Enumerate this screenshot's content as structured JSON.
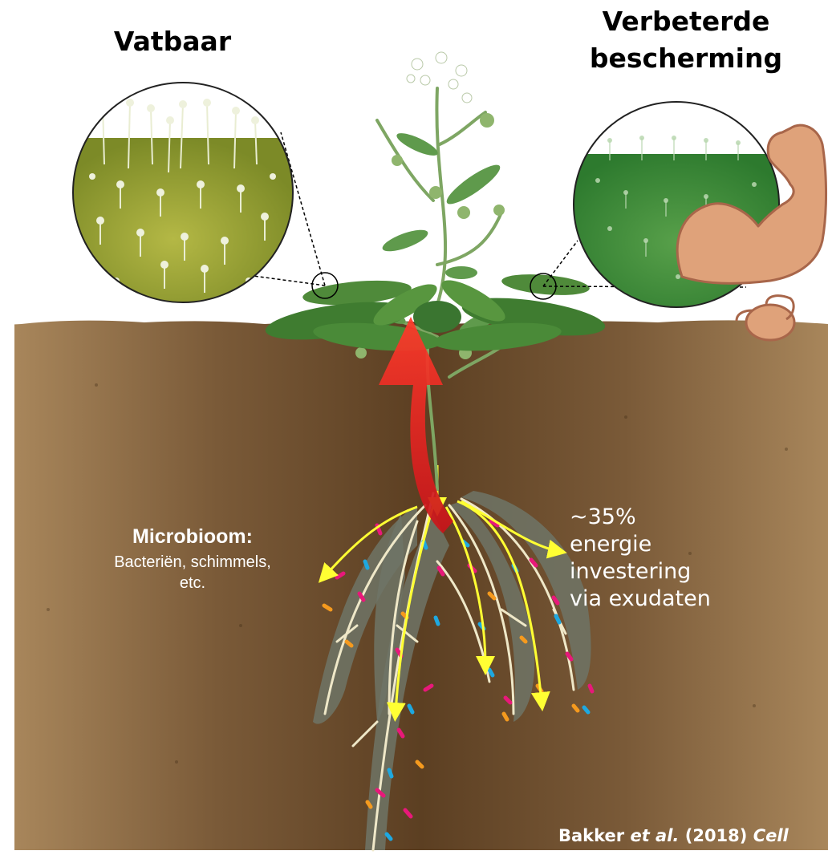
{
  "labels": {
    "susceptible": "Vatbaar",
    "enhanced_line1": "Verbeterde",
    "enhanced_line2": "bescherming",
    "microbiome_title": "Microbioom:",
    "microbiome_desc_line1": "Bacteriën, schimmels,",
    "microbiome_desc_line2": "etc.",
    "energy_line1": "~35%",
    "energy_line2": "energie",
    "energy_line3": "investering",
    "energy_line4": "via exudaten"
  },
  "citation": {
    "authors": "Bakker",
    "etal": "et al.",
    "year": "(2018)",
    "journal": "Cell"
  },
  "icons": [
    "flexed-arm-icon",
    "upward-arrow-icon",
    "magnifier-circle-icon"
  ],
  "colors": {
    "soil_dark": "#5a3f23",
    "soil_light": "#a8865b",
    "leaf_green": "#4f8a3a",
    "susceptible_leaf": "#9aa33b",
    "protected_leaf": "#3f8f3a",
    "exudate_arrow": "#ffff33",
    "growth_arrow": "#e8281e",
    "microbe_pink": "#e8187a",
    "microbe_blue": "#1ea8e0",
    "microbe_orange": "#f59a1e",
    "arm": "#dfa27a"
  }
}
